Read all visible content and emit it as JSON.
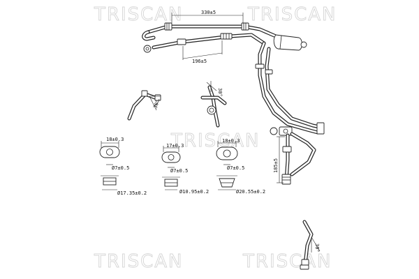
{
  "watermark": {
    "brand": "TRISCAN"
  },
  "dimensions": {
    "top_length": "330±5",
    "lower_length": "196±5",
    "vertical_length": "185±5",
    "angle_top_right": "30°",
    "angle_left": "30°",
    "angle_bottom": "30°"
  },
  "fittings": [
    {
      "top_dim": "18±0.3",
      "mid_dim": "Ø7±0.5",
      "bottom_dim": "Ø17.35±0.2"
    },
    {
      "top_dim": "17±0.3",
      "mid_dim": "Ø7±0.5",
      "bottom_dim": "Ø10.95±0.2"
    },
    {
      "top_dim": "18±0.3",
      "mid_dim": "Ø7±0.5",
      "bottom_dim": "Ø20.55±0.2"
    }
  ],
  "colors": {
    "line": "#222222",
    "watermark": "#d4d4d4"
  }
}
